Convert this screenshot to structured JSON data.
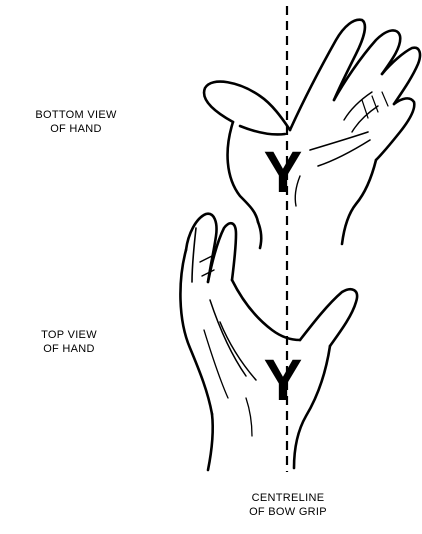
{
  "labels": {
    "bottom_view": [
      "BOTTOM VIEW",
      "OF HAND"
    ],
    "top_view": [
      "TOP VIEW",
      "OF HAND"
    ],
    "centreline": [
      "CENTRELINE",
      "OF BOW GRIP"
    ]
  },
  "markers": {
    "y_glyph": "Y"
  },
  "colors": {
    "ink": "#000000",
    "background": "#ffffff"
  }
}
